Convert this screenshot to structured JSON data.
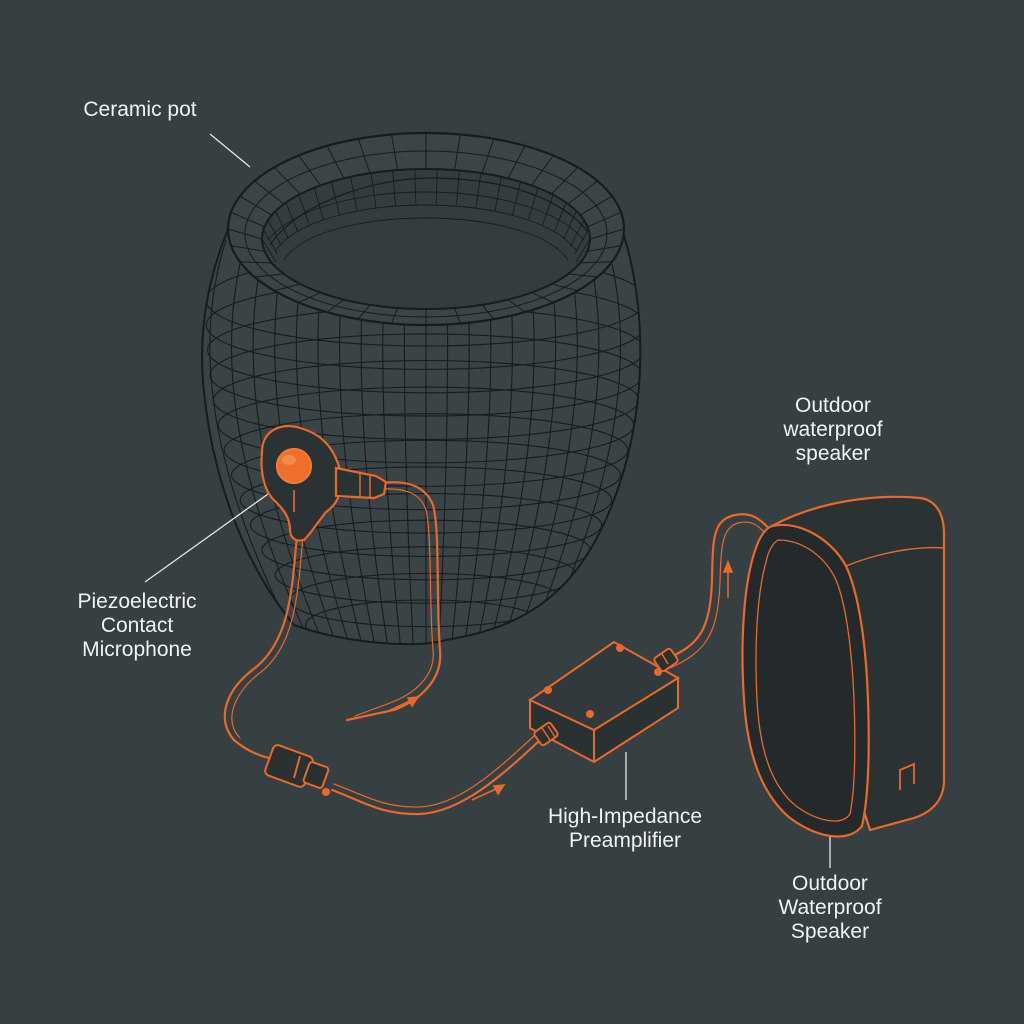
{
  "labels": {
    "ceramic_pot": "Ceramic pot",
    "contact_microphone": "Piezoelectric\nContact\nMicrophone",
    "preamplifier": "High-Impedance\nPreamplifier",
    "speaker_top": "Outdoor\nwaterproof\nspeaker",
    "speaker_bottom": "Outdoor\nWaterproof\nSpeaker"
  },
  "colors": {
    "background": "#363f42",
    "wire": "#e8692a",
    "mesh": "#171c1e",
    "label_text": "#f2f2f2",
    "leader_line": "#e6e6e6"
  },
  "icons": {
    "signal_arrow": "arrow-icon"
  }
}
